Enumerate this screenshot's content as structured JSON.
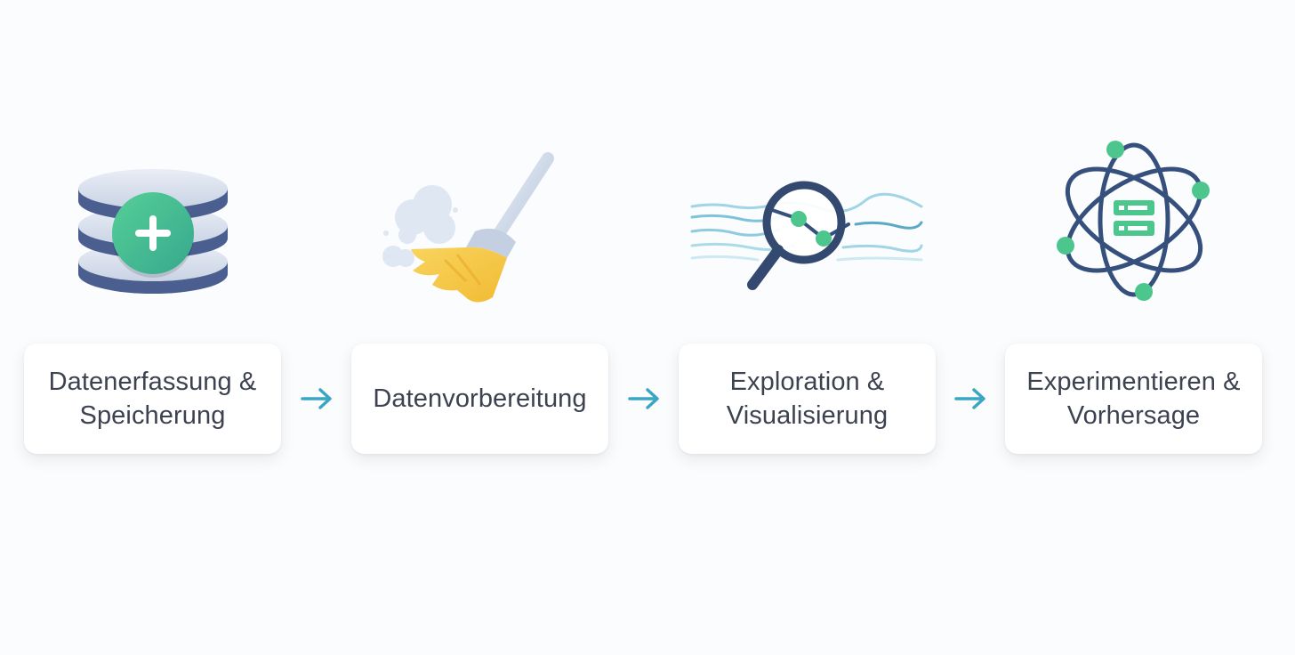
{
  "steps": [
    {
      "label_line1": "Datenerfassung &",
      "label_line2": "Speicherung",
      "icon": "database-add-icon"
    },
    {
      "label_line1": "Datenvorbereitung",
      "label_line2": "",
      "icon": "broom-icon"
    },
    {
      "label_line1": "Exploration &",
      "label_line2": "Visualisierung",
      "icon": "magnifier-chart-icon"
    },
    {
      "label_line1": "Experimentieren &",
      "label_line2": "Vorhersage",
      "icon": "atom-server-icon"
    }
  ],
  "connector_icon": "arrow-right-icon",
  "colors": {
    "background": "#fbfcfd",
    "card": "#ffffff",
    "text": "#3c4250",
    "arrow": "#3aa6c3",
    "navy": "#35507d",
    "green": "#4cc68c",
    "yellow": "#f5c84a",
    "light_blue": "#8fcbe0"
  }
}
